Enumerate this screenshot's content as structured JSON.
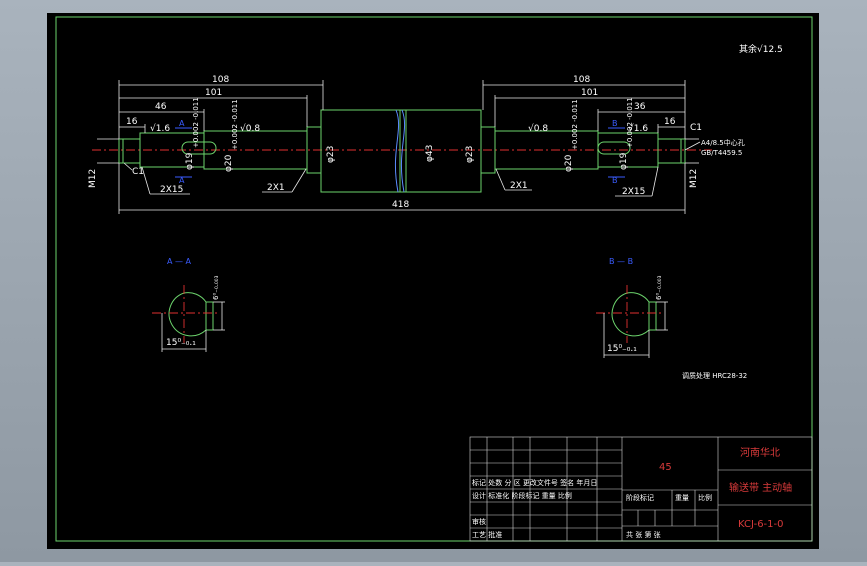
{
  "roughness_note": "其余√12.5",
  "dims": {
    "d108_left": "108",
    "d101_left": "101",
    "d46": "46",
    "d16_left": "16",
    "d108_right": "108",
    "d101_right": "101",
    "d36": "36",
    "d16_right": "16",
    "d418": "418",
    "rough_1_6_left": "√1.6",
    "rough_0_8_left": "√0.8",
    "rough_0_8_right": "√0.8",
    "rough_1_6_right": "√1.6",
    "dia19_left": "φ19",
    "dia20_left": "φ20",
    "dia23_left": "φ23",
    "dia43": "φ43",
    "dia23_right": "φ23",
    "dia20_right": "φ20",
    "dia19_right": "φ19",
    "tol_19": "+0.002 -0.011",
    "tol_20": "+0.002 -0.011",
    "m12_left": "M12",
    "m12_right": "M12",
    "c1_left": "C1",
    "c1_right": "C1",
    "chamfer_2x15_left": "2X15",
    "chamfer_2x1_left": "2X1",
    "chamfer_2x1_right": "2X1",
    "chamfer_2x15_right": "2X15",
    "center_hole_note_1": "A4/8.5中心孔",
    "center_hole_note_2": "GB/T4459.5"
  },
  "section_labels": {
    "a_top": "A",
    "a_bottom": "A",
    "b_top": "B",
    "b_bottom": "B"
  },
  "sections": {
    "aa_title": "A — A",
    "aa_dim_6": "6⁰₋₀.₀₀₃",
    "aa_dim_15": "15⁰₋₀.₁",
    "bb_title": "B — B",
    "bb_dim_6": "6⁰₋₀.₀₀₃",
    "bb_dim_15": "15⁰₋₀.₁"
  },
  "heat_treatment": "调质处理 HRC28-32",
  "title_block": {
    "material": "45",
    "company": "河南华北",
    "part_name": "输送带 主动轴",
    "drawing_no": "KCJ-6-1-0",
    "row_labels": [
      "标记 处数 分 区 更改文件号 签名 年月日",
      "设计 标准化 阶段标记 重量 比例",
      "审核",
      "工艺 批准"
    ],
    "sheet_labels": [
      "阶段标记",
      "重量",
      "比例",
      "共 张 第 张"
    ]
  },
  "colors": {
    "background": "#000000",
    "frame": "#6cd36c",
    "part": "#6cd36c",
    "centerline": "#e03030",
    "dimension": "#e8e8e8",
    "section_label": "#3a5cff",
    "title_text": "#d83a3a"
  }
}
